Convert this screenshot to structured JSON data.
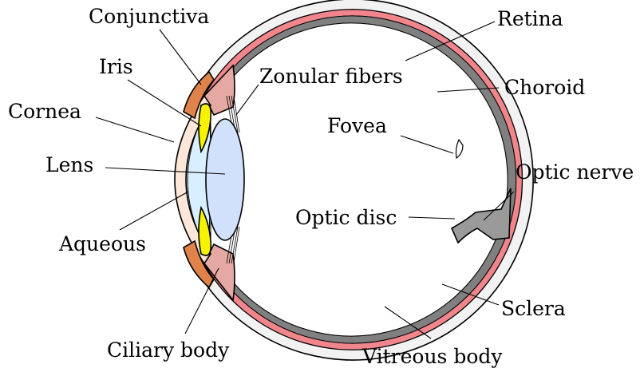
{
  "labels": {
    "conjunctiva": "Conjunctiva",
    "iris": "Iris",
    "cornea": "Cornea",
    "lens": "Lens",
    "aqueous": "Aqueous",
    "ciliary_body": "Ciliary body",
    "zonular_fibers": "Zonular fibers",
    "retina": "Retina",
    "choroid": "Choroid",
    "fovea": "Fovea",
    "optic_nerve": "Optic nerve",
    "optic_disc": "Optic disc",
    "sclera": "Sclera",
    "vitreous_body": "Vitreous body"
  },
  "colors": {
    "sclera": "#f2f2f2",
    "choroid": "#f0868c",
    "retina": "#808080",
    "cornea": "#fde7d9",
    "aqueous": "#d8efff",
    "lens": "#d2e1fb",
    "iris": "#f7f300",
    "ciliary_body": "#e6a8a3",
    "conjunctiva": "#e0834a",
    "optic_nerve": "#9a9a9a"
  }
}
